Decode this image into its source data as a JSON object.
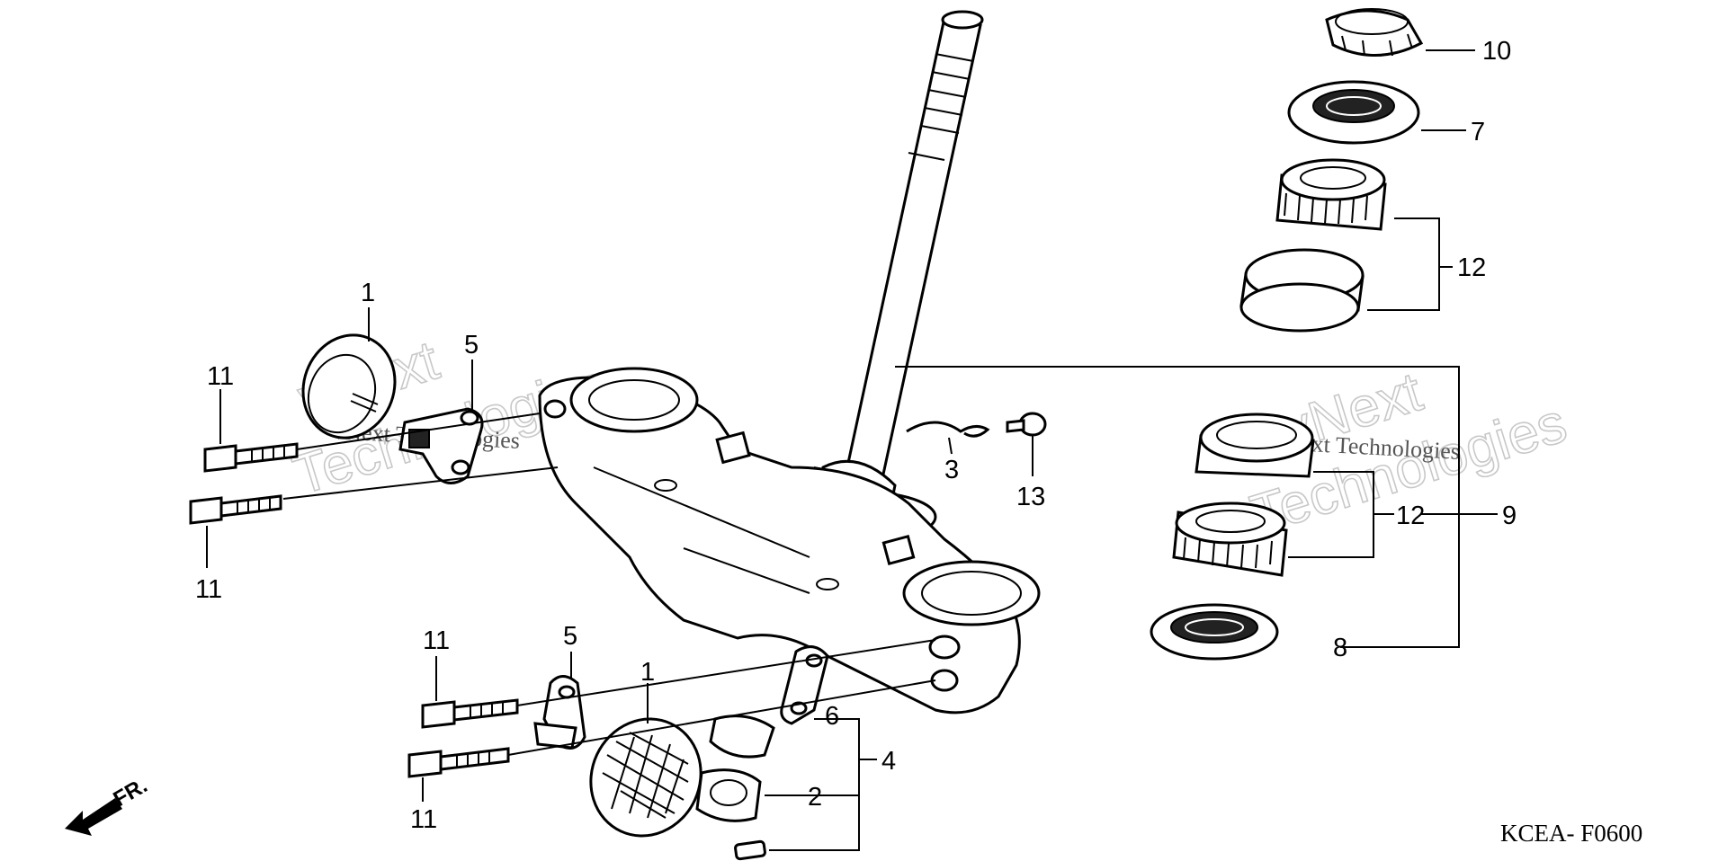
{
  "diagram": {
    "code": "KCEA- F0600",
    "direction_label": "FR.",
    "watermark_brand": "vNext",
    "watermark_word": "Technologies",
    "watermark_line": "vNext Technologies",
    "callouts": {
      "c1_top": "1",
      "c1_bottom": "1",
      "c2": "2",
      "c3": "3",
      "c4": "4",
      "c5_top": "5",
      "c5_bottom": "5",
      "c6": "6",
      "c7": "7",
      "c8": "8",
      "c9": "9",
      "c10": "10",
      "c11_a": "11",
      "c11_b": "11",
      "c11_c": "11",
      "c11_d": "11",
      "c12_top": "12",
      "c12_bottom": "12",
      "c13": "13"
    }
  }
}
